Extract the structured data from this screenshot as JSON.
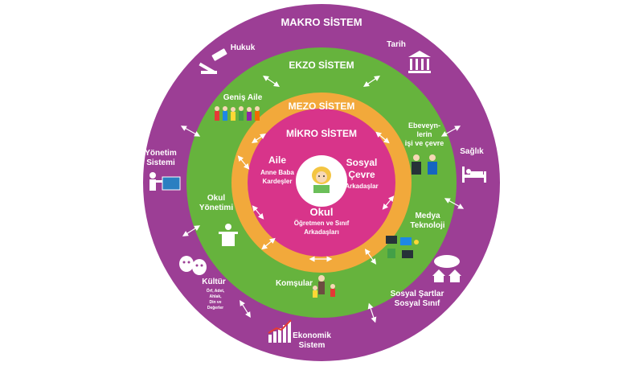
{
  "diagram": {
    "rings": {
      "makro": {
        "title": "MAKRO SİSTEM",
        "color": "#9c3e95"
      },
      "ekzo": {
        "title": "EKZO SİSTEM",
        "color": "#66b33d"
      },
      "mezo": {
        "title": "MEZO SİSTEM",
        "color": "#f2a93b"
      },
      "mikro": {
        "title": "MİKRO SİSTEM",
        "color": "#d8348a"
      }
    },
    "makro_items": {
      "hukuk": "Hukuk",
      "tarih": "Tarih",
      "yonetim_1": "Yönetim",
      "yonetim_2": "Sistemi",
      "saglik": "Sağlık",
      "kultur": "Kültür",
      "kultur_sub_1": "Örf, Adet,",
      "kultur_sub_2": "Ahlak,",
      "kultur_sub_3": "Din ve",
      "kultur_sub_4": "Değerler",
      "ekonomik_1": "Ekonomik",
      "ekonomik_2": "Sistem",
      "sosyal_sartlar_1": "Sosyal Şartlar",
      "sosyal_sartlar_2": "Sosyal Sınıf"
    },
    "ekzo_items": {
      "genis_aile": "Geniş Aile",
      "ebeveyn_1": "Ebeveyn-",
      "ebeveyn_2": "lerin",
      "ebeveyn_3": "işi ve çevre",
      "okul_yonetimi_1": "Okul",
      "okul_yonetimi_2": "Yönetimi",
      "medya_1": "Medya",
      "medya_2": "Teknoloji",
      "komsular": "Komşular"
    },
    "mikro_items": {
      "aile": "Aile",
      "aile_sub_1": "Anne Baba",
      "aile_sub_2": "Kardeşler",
      "sosyal_1": "Sosyal",
      "sosyal_2": "Çevre",
      "sosyal_sub": "Arkadaşlar",
      "okul": "Okul",
      "okul_sub_1": "Öğretmen ve Sınıf",
      "okul_sub_2": "Arkadaşları"
    }
  }
}
